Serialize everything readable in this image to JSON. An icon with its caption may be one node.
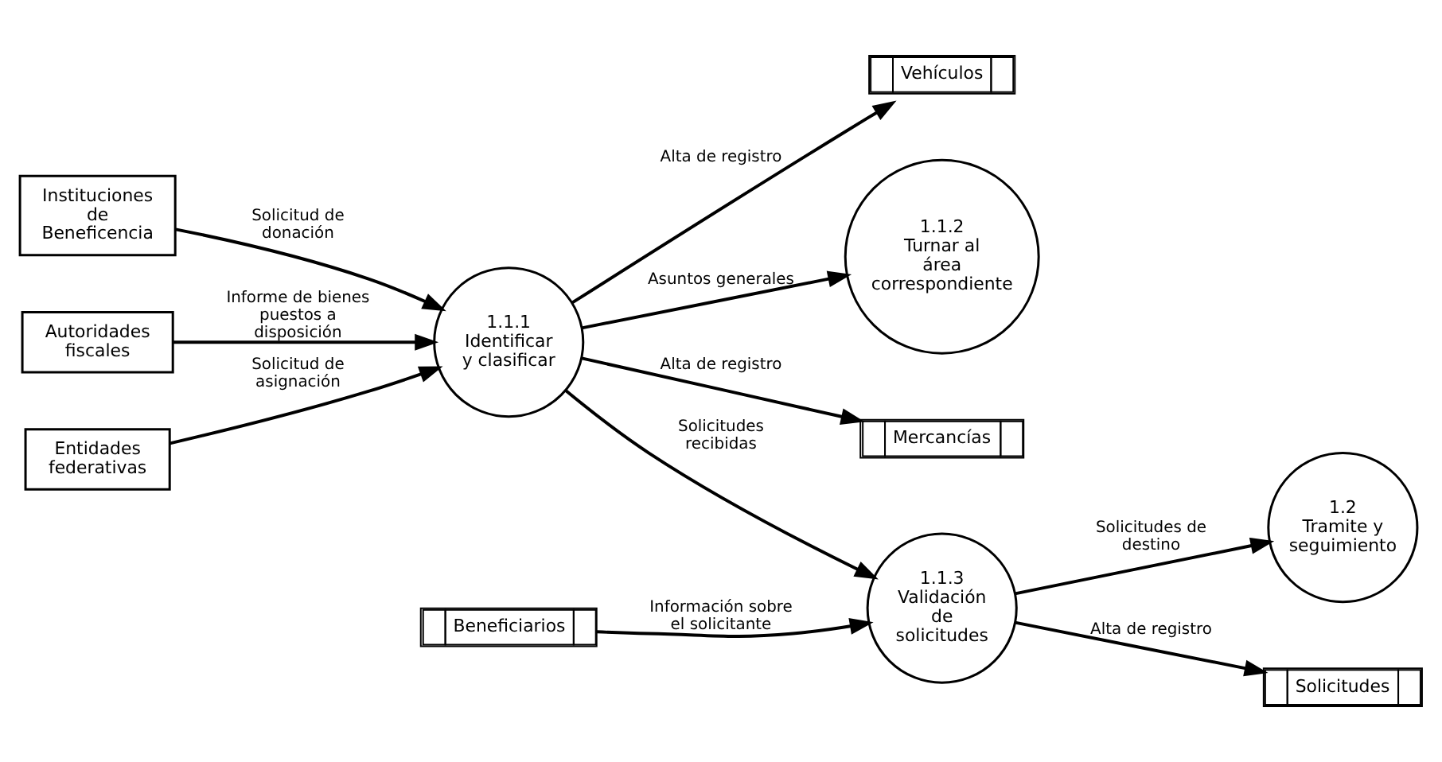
{
  "diagram": {
    "nodes": [
      {
        "text": [
          "Instituciones de Beneficencia"
        ]
      },
      {
        "text": [
          "Autoridades fiscales"
        ]
      },
      {
        "text": [
          "1.1.2",
          "Turnar al área correspondiente"
        ]
      },
      {
        "text": [
          "Beneficiarios"
        ]
      },
      {
        "text": [
          "1.1.1",
          "Identificar y clasificar"
        ]
      },
      {
        "text": [
          "1.1.3",
          "Validación de solicitudes"
        ]
      },
      {
        "text": [
          "1.2",
          "Tramite y seguimiento"
        ]
      },
      {
        "text": [
          "Entidades federativas"
        ]
      },
      {
        "text": [
          "Mercancías"
        ]
      },
      {
        "text": [
          "Vehículos"
        ]
      },
      {
        "text": [
          "Solicitudes"
        ]
      }
    ],
    "edges": [
      {
        "from": 0,
        "to": 4,
        "arrow": "to",
        "label": "Solicitud de donación"
      },
      {
        "from": 1,
        "to": 4,
        "arrow": "to",
        "label": "Informe de bienes puestos a disposición"
      },
      {
        "from": 4,
        "to": 2,
        "arrow": "to",
        "label": "Asuntos generales"
      },
      {
        "from": 3,
        "to": 5,
        "arrow": "to",
        "label": "Información sobre el solicitante"
      },
      {
        "from": 4,
        "to": 5,
        "arrow": "to",
        "label": "Solicitudes recibidas"
      },
      {
        "from": 5,
        "to": 6,
        "arrow": "to",
        "label": "Solicitudes de destino"
      },
      {
        "from": 7,
        "to": 4,
        "arrow": "to",
        "label": "Solicitud de asignación"
      },
      {
        "from": 4,
        "to": 8,
        "arrow": "to",
        "label": "Alta de registro"
      },
      {
        "from": 4,
        "to": 9,
        "arrow": "to",
        "label": "Alta de registro"
      },
      {
        "from": 5,
        "to": 10,
        "arrow": "to",
        "label": "Alta de registro"
      }
    ]
  }
}
